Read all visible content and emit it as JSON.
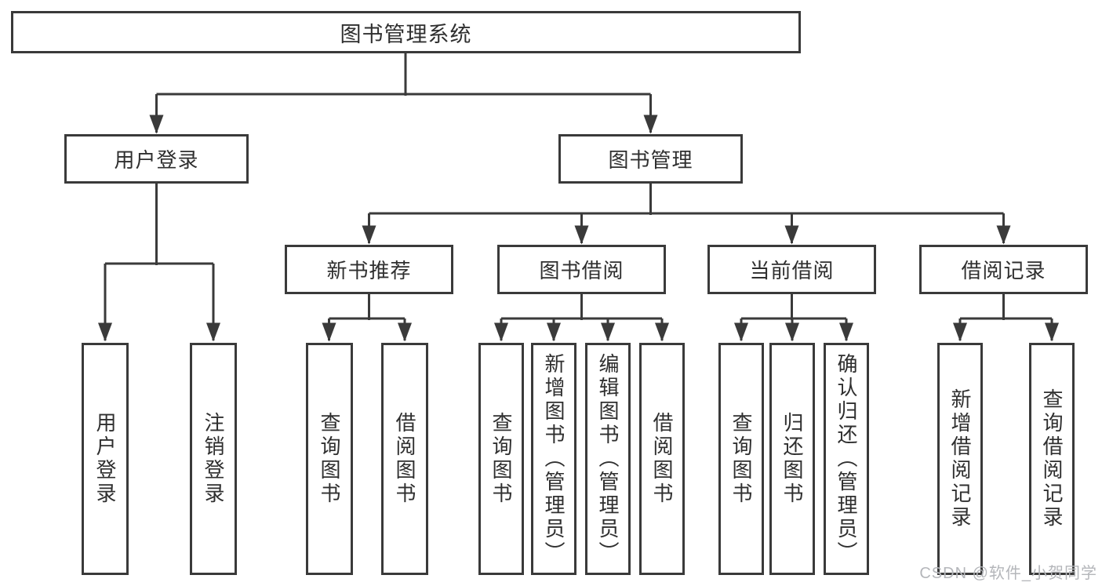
{
  "colors": {
    "line": "#3a3a3a",
    "text": "#2f2f2f",
    "background": "#ffffff",
    "watermark": "#b4b6ba"
  },
  "watermark": {
    "text": "CSDN @软件_小贺同学"
  },
  "nodes": {
    "root": "图书管理系统",
    "user_login": "用户登录",
    "book_management": "图书管理",
    "new_book_recommend": "新书推荐",
    "book_borrow": "图书借阅",
    "current_borrow": "当前借阅",
    "borrow_records": "借阅记录",
    "leaf_user_login": "用户登录",
    "leaf_logout": "注销登录",
    "leaf_query_books_recommend": "查询图书",
    "leaf_borrow_books_recommend": "借阅图书",
    "leaf_query_books_borrow": "查询图书",
    "leaf_add_books_admin": "新增图书（管理员）",
    "leaf_edit_books_admin": "编辑图书（管理员）",
    "leaf_borrow_books_borrow": "借阅图书",
    "leaf_query_books_current": "查询图书",
    "leaf_return_books": "归还图书",
    "leaf_confirm_return_admin": "确认归还（管理员）",
    "leaf_add_borrow_record": "新增借阅记录",
    "leaf_query_borrow_record": "查询借阅记录"
  }
}
